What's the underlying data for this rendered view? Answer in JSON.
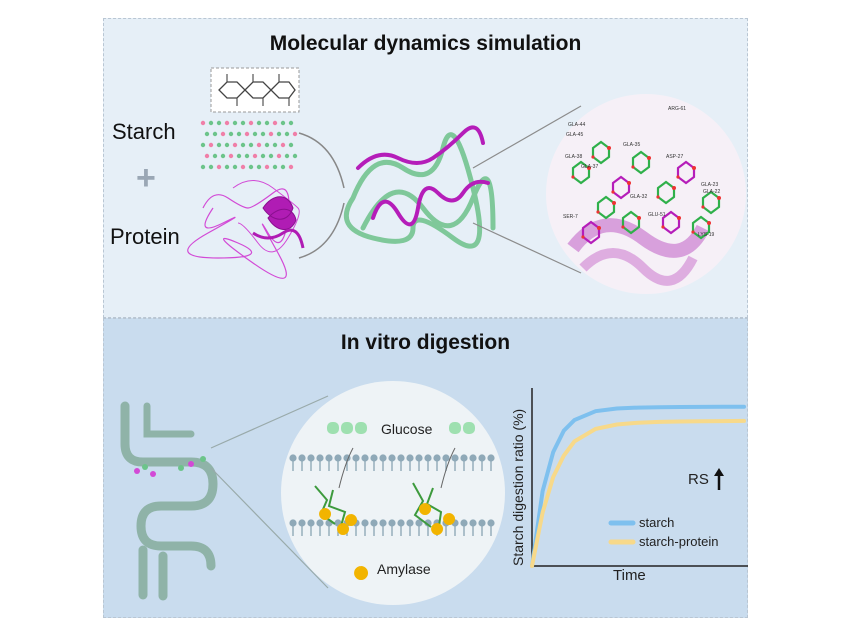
{
  "top_panel": {
    "title": "Molecular dynamics simulation",
    "starch_label": "Starch",
    "plus_sign": "+",
    "protein_label": "Protein",
    "zoom_residue_labels": [
      "ARG-61",
      "GLA-44",
      "GLA-45",
      "GLA-38",
      "GLA-37",
      "GLA-35",
      "ASP-27",
      "GLA-32",
      "GLA-23",
      "GLA-22",
      "GLU-51",
      "SER-7",
      "LYS-19"
    ]
  },
  "bottom_panel": {
    "title": "In vitro digestion",
    "glucose_label": "Glucose",
    "amylase_label": "Amylase"
  },
  "chart_data": {
    "type": "line",
    "xlabel": "Time",
    "ylabel": "Starch digestion ratio (%)",
    "annotation": "RS",
    "legend_position": "bottom-right",
    "x": [
      0,
      0.05,
      0.1,
      0.15,
      0.2,
      0.3,
      0.4,
      0.5,
      0.6,
      0.7,
      0.8,
      0.9,
      1.0
    ],
    "series": [
      {
        "name": "starch",
        "color": "#7ec0ee",
        "values": [
          0,
          0.42,
          0.64,
          0.76,
          0.82,
          0.87,
          0.885,
          0.89,
          0.892,
          0.893,
          0.894,
          0.895,
          0.895
        ]
      },
      {
        "name": "starch-protein",
        "color": "#f7d98a",
        "values": [
          0,
          0.3,
          0.5,
          0.62,
          0.7,
          0.77,
          0.795,
          0.805,
          0.81,
          0.812,
          0.813,
          0.814,
          0.815
        ]
      }
    ]
  },
  "colors": {
    "starch_green": "#6cc48a",
    "protein_magenta": "#c020c0",
    "intestine": "#8fb3a8",
    "membrane": "#8fa9b8",
    "glucose": "#9ee0b0",
    "amylase": "#f2b400"
  }
}
